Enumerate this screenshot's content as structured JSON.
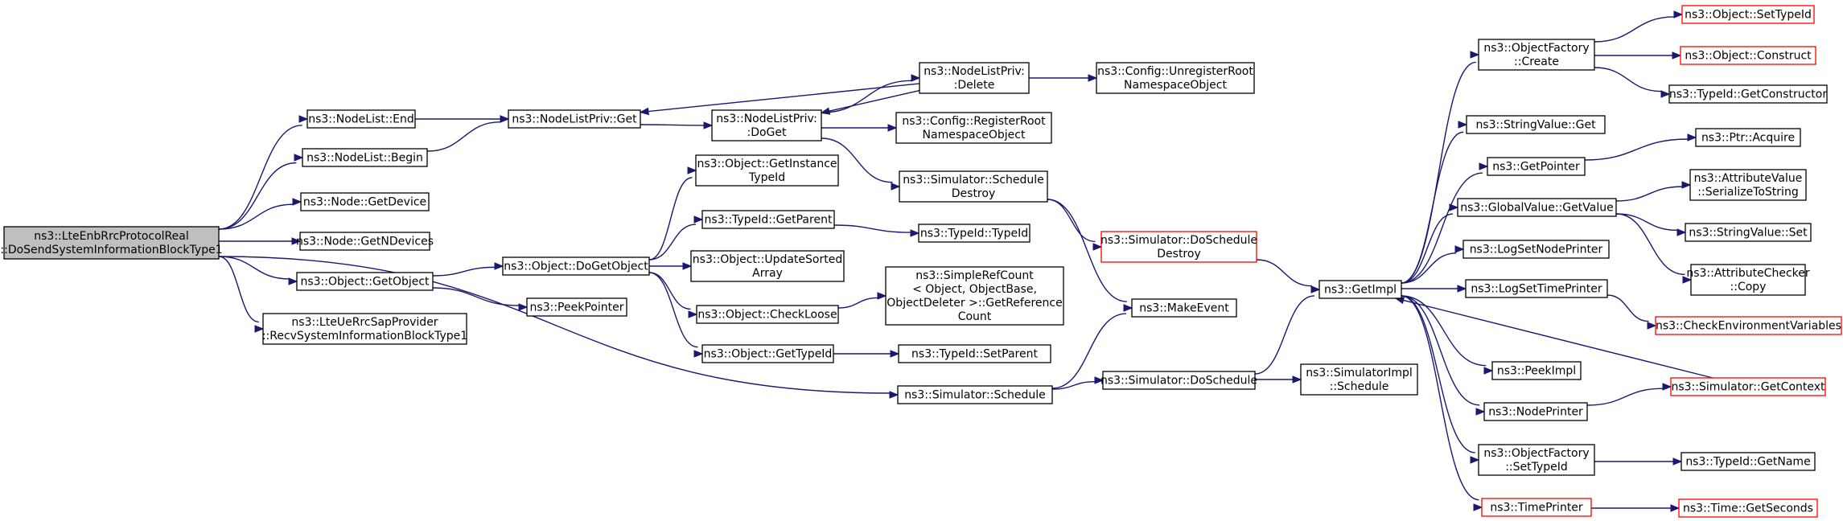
{
  "graph": {
    "kind": "call graph",
    "colors": {
      "edge": "#191970",
      "node_border": "#000000",
      "node_fill": "#ffffff",
      "root_fill": "#bfbfbf",
      "incomplete_border": "#ff0000"
    },
    "nodes": [
      {
        "id": "root",
        "lines": [
          "ns3::LteEnbRrcProtocolReal",
          "::DoSendSystemInformationBlockType1"
        ],
        "style": "root"
      },
      {
        "id": "nl_end",
        "lines": [
          "ns3::NodeList::End"
        ]
      },
      {
        "id": "nl_begin",
        "lines": [
          "ns3::NodeList::Begin"
        ]
      },
      {
        "id": "node_getdevice",
        "lines": [
          "ns3::Node::GetDevice"
        ]
      },
      {
        "id": "node_getndevices",
        "lines": [
          "ns3::Node::GetNDevices"
        ]
      },
      {
        "id": "obj_getobject",
        "lines": [
          "ns3::Object::GetObject"
        ]
      },
      {
        "id": "ueprov",
        "lines": [
          "ns3::LteUeRrcSapProvider",
          "::RecvSystemInformationBlockType1"
        ]
      },
      {
        "id": "nlp_get",
        "lines": [
          "ns3::NodeListPriv::Get"
        ]
      },
      {
        "id": "nlp_doget",
        "lines": [
          "ns3::NodeListPriv:",
          ":DoGet"
        ]
      },
      {
        "id": "nlp_delete",
        "lines": [
          "ns3::NodeListPriv:",
          ":Delete"
        ]
      },
      {
        "id": "cfg_unreg",
        "lines": [
          "ns3::Config::UnregisterRoot",
          "NamespaceObject"
        ]
      },
      {
        "id": "cfg_reg",
        "lines": [
          "ns3::Config::RegisterRoot",
          "NamespaceObject"
        ]
      },
      {
        "id": "sim_schdestroy",
        "lines": [
          "ns3::Simulator::Schedule",
          "Destroy"
        ]
      },
      {
        "id": "sim_doschdestroy",
        "lines": [
          "ns3::Simulator::DoSchedule",
          "Destroy"
        ],
        "style": "red"
      },
      {
        "id": "obj_doget",
        "lines": [
          "ns3::Object::DoGetObject"
        ]
      },
      {
        "id": "peekpointer",
        "lines": [
          "ns3::PeekPointer"
        ]
      },
      {
        "id": "obj_getinst",
        "lines": [
          "ns3::Object::GetInstance",
          "TypeId"
        ]
      },
      {
        "id": "tid_getparent",
        "lines": [
          "ns3::TypeId::GetParent"
        ]
      },
      {
        "id": "obj_updsorted",
        "lines": [
          "ns3::Object::UpdateSorted",
          "Array"
        ]
      },
      {
        "id": "obj_checkloose",
        "lines": [
          "ns3::Object::CheckLoose"
        ]
      },
      {
        "id": "obj_gettypeid",
        "lines": [
          "ns3::Object::GetTypeId"
        ]
      },
      {
        "id": "tid_typeid",
        "lines": [
          "ns3::TypeId::TypeId"
        ]
      },
      {
        "id": "srefcount",
        "lines": [
          "ns3::SimpleRefCount",
          "< Object, ObjectBase,",
          " ObjectDeleter >::GetReference",
          "Count"
        ]
      },
      {
        "id": "tid_setparent",
        "lines": [
          "ns3::TypeId::SetParent"
        ]
      },
      {
        "id": "sim_schedule",
        "lines": [
          "ns3::Simulator::Schedule"
        ]
      },
      {
        "id": "makeevent",
        "lines": [
          "ns3::MakeEvent"
        ]
      },
      {
        "id": "sim_dosch",
        "lines": [
          "ns3::Simulator::DoSchedule"
        ]
      },
      {
        "id": "simimpl_sch",
        "lines": [
          "ns3::SimulatorImpl",
          "::Schedule"
        ]
      },
      {
        "id": "getimpl",
        "lines": [
          "ns3::GetImpl"
        ]
      },
      {
        "id": "of_create",
        "lines": [
          "ns3::ObjectFactory",
          "::Create"
        ]
      },
      {
        "id": "strval_get",
        "lines": [
          "ns3::StringValue::Get"
        ]
      },
      {
        "id": "getpointer",
        "lines": [
          "ns3::GetPointer"
        ]
      },
      {
        "id": "gv_getvalue",
        "lines": [
          "ns3::GlobalValue::GetValue"
        ]
      },
      {
        "id": "logsetnode",
        "lines": [
          "ns3::LogSetNodePrinter"
        ]
      },
      {
        "id": "logsettime",
        "lines": [
          "ns3::LogSetTimePrinter"
        ]
      },
      {
        "id": "peekimpl",
        "lines": [
          "ns3::PeekImpl"
        ]
      },
      {
        "id": "nodeprinter",
        "lines": [
          "ns3::NodePrinter"
        ]
      },
      {
        "id": "of_settypeid",
        "lines": [
          "ns3::ObjectFactory",
          "::SetTypeId"
        ]
      },
      {
        "id": "timeprinter",
        "lines": [
          "ns3::TimePrinter"
        ],
        "style": "red"
      },
      {
        "id": "obj_settypeid",
        "lines": [
          "ns3::Object::SetTypeId"
        ],
        "style": "red"
      },
      {
        "id": "obj_construct",
        "lines": [
          "ns3::Object::Construct"
        ],
        "style": "red"
      },
      {
        "id": "tid_getctor",
        "lines": [
          "ns3::TypeId::GetConstructor"
        ]
      },
      {
        "id": "ptr_acquire",
        "lines": [
          "ns3::Ptr::Acquire"
        ]
      },
      {
        "id": "av_serialize",
        "lines": [
          "ns3::AttributeValue",
          "::SerializeToString"
        ]
      },
      {
        "id": "strval_set",
        "lines": [
          "ns3::StringValue::Set"
        ]
      },
      {
        "id": "ac_copy",
        "lines": [
          "ns3::AttributeChecker",
          "::Copy"
        ]
      },
      {
        "id": "checkenv",
        "lines": [
          "ns3::CheckEnvironmentVariables"
        ],
        "style": "red"
      },
      {
        "id": "sim_getctx",
        "lines": [
          "ns3::Simulator::GetContext"
        ],
        "style": "red"
      },
      {
        "id": "tid_getname",
        "lines": [
          "ns3::TypeId::GetName"
        ]
      },
      {
        "id": "time_getsec",
        "lines": [
          "ns3::Time::GetSeconds"
        ],
        "style": "red"
      }
    ],
    "edges": [
      [
        "root",
        "nl_end"
      ],
      [
        "root",
        "nl_begin"
      ],
      [
        "root",
        "node_getdevice"
      ],
      [
        "root",
        "node_getndevices"
      ],
      [
        "root",
        "obj_getobject"
      ],
      [
        "root",
        "ueprov"
      ],
      [
        "root",
        "sim_schedule"
      ],
      [
        "nl_end",
        "nlp_get"
      ],
      [
        "nl_begin",
        "nlp_get"
      ],
      [
        "nlp_get",
        "nlp_doget"
      ],
      [
        "nlp_doget",
        "nlp_delete"
      ],
      [
        "nlp_doget",
        "cfg_reg"
      ],
      [
        "nlp_doget",
        "sim_schdestroy"
      ],
      [
        "nlp_delete",
        "nlp_get"
      ],
      [
        "nlp_delete",
        "nlp_doget"
      ],
      [
        "nlp_delete",
        "cfg_unreg"
      ],
      [
        "sim_schdestroy",
        "sim_doschdestroy"
      ],
      [
        "sim_schdestroy",
        "makeevent"
      ],
      [
        "sim_doschdestroy",
        "getimpl"
      ],
      [
        "obj_getobject",
        "obj_doget"
      ],
      [
        "obj_getobject",
        "peekpointer"
      ],
      [
        "obj_doget",
        "obj_getinst"
      ],
      [
        "obj_doget",
        "tid_getparent"
      ],
      [
        "obj_doget",
        "obj_updsorted"
      ],
      [
        "obj_doget",
        "obj_checkloose"
      ],
      [
        "obj_doget",
        "obj_gettypeid"
      ],
      [
        "tid_getparent",
        "tid_typeid"
      ],
      [
        "obj_checkloose",
        "srefcount"
      ],
      [
        "obj_gettypeid",
        "tid_setparent"
      ],
      [
        "sim_schedule",
        "makeevent"
      ],
      [
        "sim_schedule",
        "sim_dosch"
      ],
      [
        "sim_dosch",
        "getimpl"
      ],
      [
        "sim_dosch",
        "simimpl_sch"
      ],
      [
        "getimpl",
        "of_create"
      ],
      [
        "getimpl",
        "strval_get"
      ],
      [
        "getimpl",
        "getpointer"
      ],
      [
        "getimpl",
        "gv_getvalue"
      ],
      [
        "getimpl",
        "logsetnode"
      ],
      [
        "getimpl",
        "logsettime"
      ],
      [
        "getimpl",
        "peekimpl"
      ],
      [
        "getimpl",
        "nodeprinter"
      ],
      [
        "getimpl",
        "of_settypeid"
      ],
      [
        "getimpl",
        "timeprinter"
      ],
      [
        "of_create",
        "obj_settypeid"
      ],
      [
        "of_create",
        "obj_construct"
      ],
      [
        "of_create",
        "tid_getctor"
      ],
      [
        "getpointer",
        "ptr_acquire"
      ],
      [
        "gv_getvalue",
        "av_serialize"
      ],
      [
        "gv_getvalue",
        "strval_set"
      ],
      [
        "gv_getvalue",
        "ac_copy"
      ],
      [
        "logsettime",
        "checkenv"
      ],
      [
        "nodeprinter",
        "sim_getctx"
      ],
      [
        "sim_getctx",
        "getimpl"
      ],
      [
        "of_settypeid",
        "tid_getname"
      ],
      [
        "timeprinter",
        "time_getsec"
      ]
    ]
  }
}
